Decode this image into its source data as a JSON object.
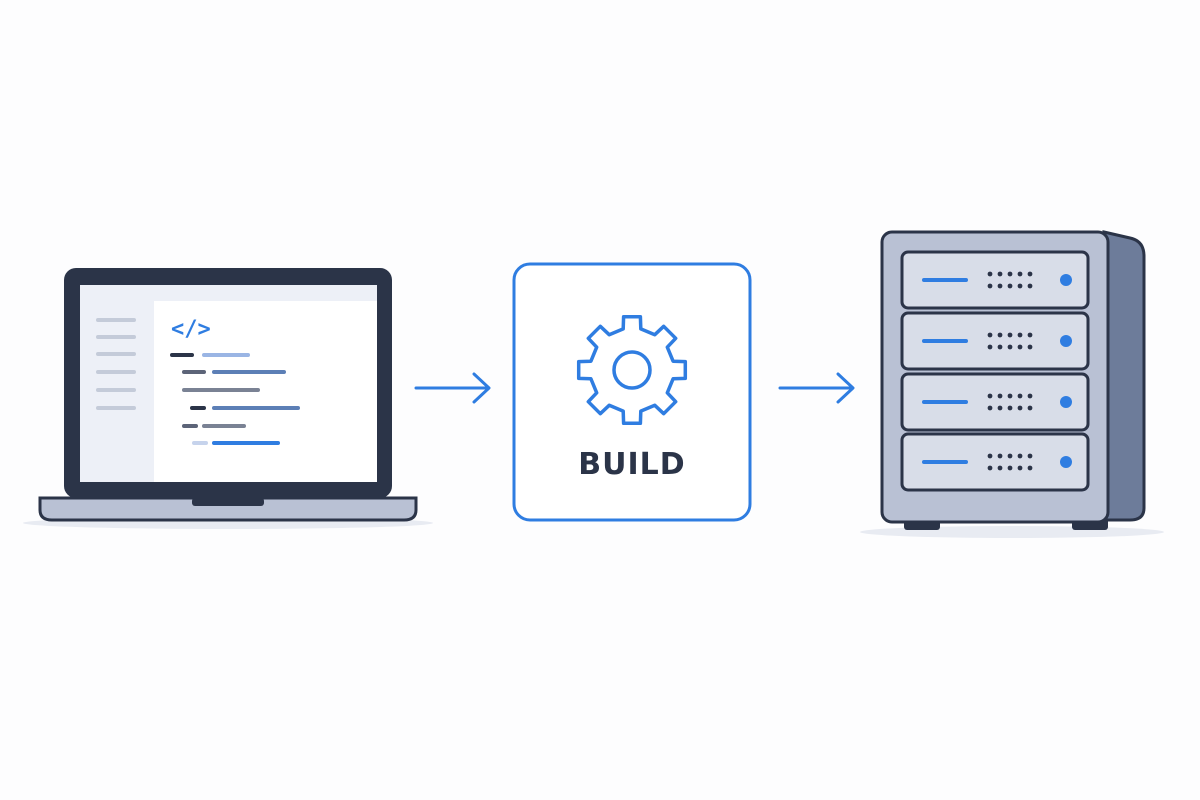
{
  "diagram": {
    "nodes": [
      {
        "id": "developer-laptop",
        "icon": "laptop-code-icon",
        "label": ""
      },
      {
        "id": "build-step",
        "icon": "gear-icon",
        "label": "BUILD"
      },
      {
        "id": "server",
        "icon": "server-rack-icon",
        "label": ""
      }
    ],
    "edges": [
      {
        "from": "developer-laptop",
        "to": "build-step",
        "style": "arrow"
      },
      {
        "from": "build-step",
        "to": "server",
        "style": "arrow"
      }
    ],
    "code_symbol": "</>"
  },
  "colors": {
    "accent": "#2f7de1",
    "dark": "#2b3448",
    "gray_fill": "#b9c1d4",
    "panel": "#edf0f7",
    "shadow": "#e6e9f0"
  }
}
